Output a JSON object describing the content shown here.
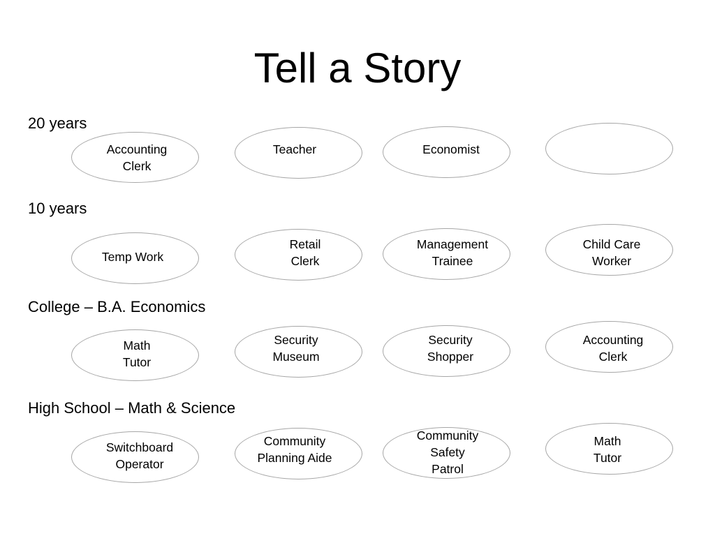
{
  "title": "Tell a Story",
  "rows": [
    {
      "label": "20 years",
      "ovals": [
        {
          "text": "Accounting\nClerk"
        },
        {
          "text": "Teacher"
        },
        {
          "text": "Economist"
        },
        {
          "text": ""
        }
      ]
    },
    {
      "label": "10 years",
      "ovals": [
        {
          "text": "Temp Work"
        },
        {
          "text": "Retail\nClerk"
        },
        {
          "text": "Management\nTrainee"
        },
        {
          "text": "Child Care\nWorker"
        }
      ]
    },
    {
      "label": "College – B.A. Economics",
      "ovals": [
        {
          "text": "Math\nTutor"
        },
        {
          "text": "Security\nMuseum"
        },
        {
          "text": "Security\nShopper"
        },
        {
          "text": "Accounting\nClerk"
        }
      ]
    },
    {
      "label": "High School – Math & Science",
      "ovals": [
        {
          "text": "Switchboard\nOperator"
        },
        {
          "text": "Community\nPlanning Aide"
        },
        {
          "text": "Community\nSafety\nPatrol"
        },
        {
          "text": "Math\nTutor"
        }
      ]
    }
  ]
}
